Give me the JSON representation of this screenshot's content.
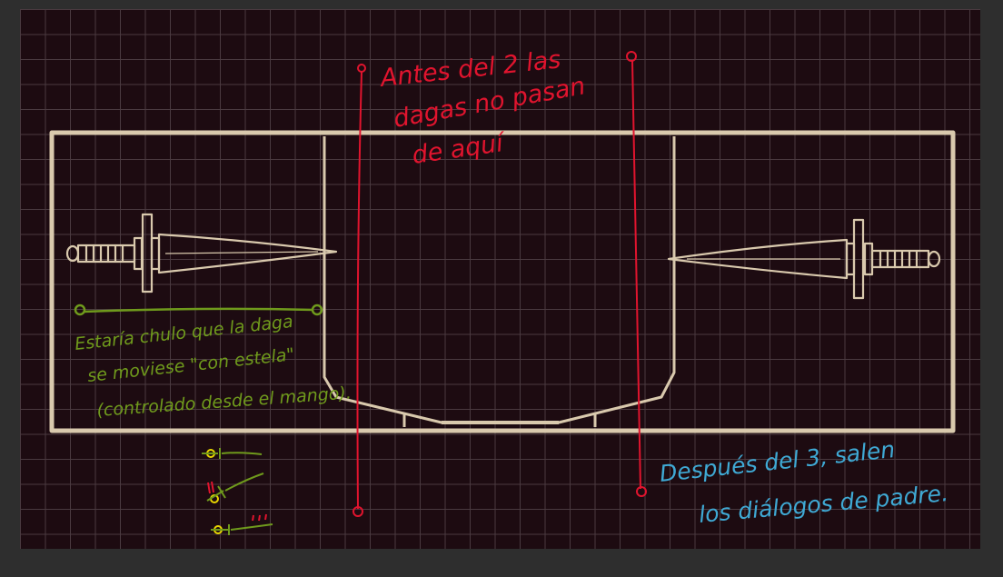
{
  "colors": {
    "background": "#2e2e2e",
    "canvas": "#1d0b11",
    "grid": "#4a3a40",
    "frame": "#d9c9ad",
    "note_red": "#e0142e",
    "note_green": "#6f9a1c",
    "note_blue": "#3fa9d4",
    "marker_yellow": "#e8d600",
    "marker_pink": "#e0142e"
  },
  "notes": {
    "red": {
      "line1": "Antes del 2 las",
      "line2": "dagas no pasan",
      "line3": "de aquí"
    },
    "green": {
      "line1": "Estaría chulo que la daga",
      "line2": "se moviese \"con estela\"",
      "line3": "(controlado desde el mango)."
    },
    "blue": {
      "line1": "Después del 3, salen",
      "line2": "los diálogos de padre."
    }
  },
  "icons": {
    "left_dagger": "dagger-icon",
    "right_dagger": "dagger-icon",
    "motion_steps": [
      "dagger-step-icon",
      "dagger-step-icon",
      "dagger-step-icon"
    ]
  }
}
